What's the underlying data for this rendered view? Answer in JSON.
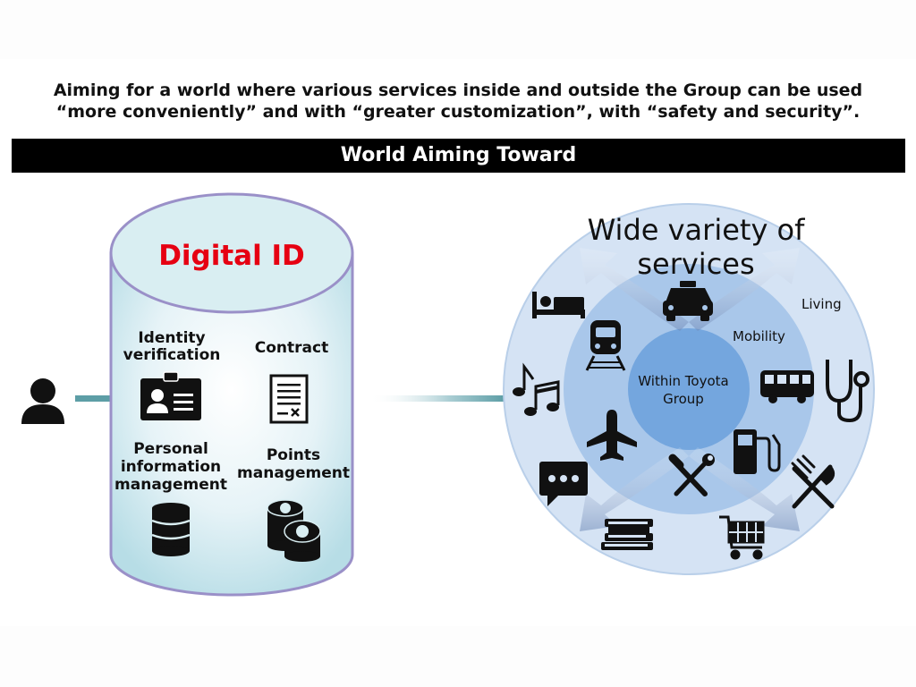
{
  "headline": {
    "line1": "Aiming for a world where various services inside and outside the Group can be used",
    "line2": "“more conveniently” and with “greater customization”, with “safety and security”."
  },
  "banner": {
    "title": "World Aiming Toward"
  },
  "digital_id": {
    "title": "Digital ID",
    "identity": {
      "line1": "Identity",
      "line2": "verification",
      "icon": "id-card-icon"
    },
    "contract": {
      "line1": "Contract",
      "icon": "contract-document-icon"
    },
    "personal": {
      "line1": "Personal",
      "line2": "information",
      "line3": "management",
      "icon": "database-icon"
    },
    "points": {
      "line1": "Points",
      "line2": "management",
      "icon": "coins-icon"
    }
  },
  "services": {
    "title_line1": "Wide variety of",
    "title_line2": "services",
    "ring_outer": "Living",
    "ring_middle": "Mobility",
    "core_line1": "Within Toyota",
    "core_line2": "Group",
    "icons": [
      "bed-icon",
      "taxi-icon",
      "train-icon",
      "music-icon",
      "bus-icon",
      "stethoscope-icon",
      "airplane-icon",
      "fuel-pump-icon",
      "tools-icon",
      "chat-icon",
      "cutlery-icon",
      "books-icon",
      "shopping-cart-icon"
    ]
  },
  "colors": {
    "title_red": "#e60012",
    "cylinder_edge": "#9a90c8",
    "outer_circle": "#d5e3f4",
    "middle_circle": "#a9c7ea",
    "inner_circle": "#74a6de",
    "connector": "#5d9ea6"
  }
}
